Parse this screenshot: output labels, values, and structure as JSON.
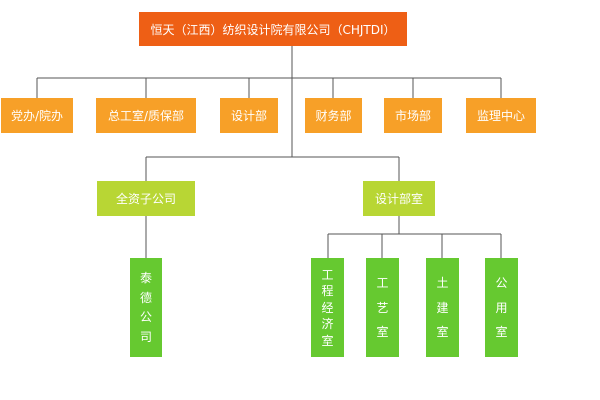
{
  "root": {
    "label": "恒天（江西）纺织设计院有限公司（CHJTDI）"
  },
  "departments": [
    {
      "label": "党办/院办"
    },
    {
      "label": "总工室/质保部"
    },
    {
      "label": "设计部"
    },
    {
      "label": "财务部"
    },
    {
      "label": "市场部"
    },
    {
      "label": "监理中心"
    }
  ],
  "subsidiaries": [
    {
      "label": "全资子公司"
    },
    {
      "label": "设计部室"
    }
  ],
  "leaves": [
    {
      "label": "泰德公司"
    },
    {
      "label": "工程经济室"
    },
    {
      "label": "工艺室"
    },
    {
      "label": "土建室"
    },
    {
      "label": "公用室"
    }
  ],
  "colors": {
    "root": "#ee5f15",
    "department": "#f7a028",
    "subsidiary": "#b8d634",
    "leaf": "#66c930",
    "connector": "#555555"
  }
}
